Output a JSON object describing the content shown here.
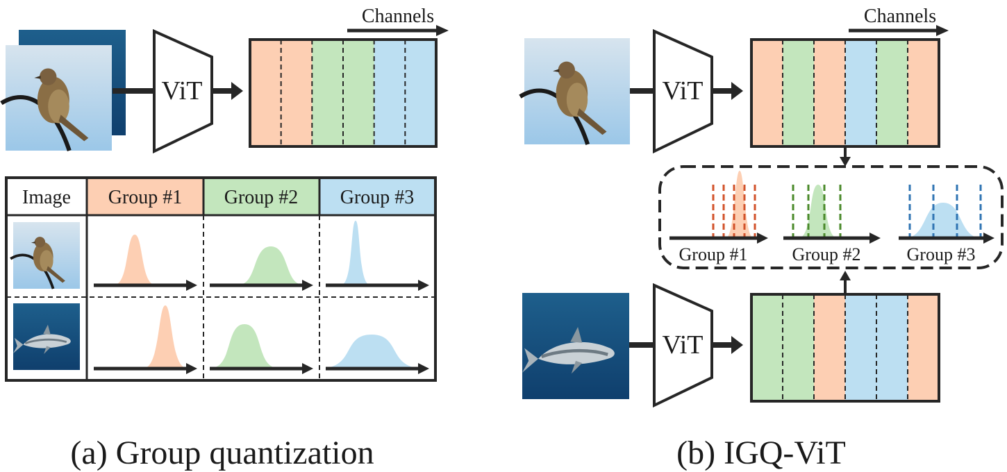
{
  "colors": {
    "orange": "#fdcfb3",
    "green": "#c3e6bd",
    "blue": "#bcdff2",
    "orange_line": "#d2522a",
    "green_line": "#4a8a2a",
    "blue_line": "#2f74b3",
    "ink": "#262626",
    "sky_top": "#d7e4ee",
    "sky_bottom": "#9bc7e8",
    "sea_top": "#1e5f8c",
    "sea_bottom": "#0f3f6d"
  },
  "panel_a": {
    "channels_label": "Channels",
    "vit_label": "ViT",
    "feature_groups": [
      "orange",
      "orange",
      "green",
      "green",
      "blue",
      "blue"
    ],
    "table": {
      "headers": [
        "Image",
        "Group #1",
        "Group #2",
        "Group #3"
      ],
      "rows": [
        {
          "image": "bird-image",
          "curves": [
            {
              "peak": 0.35,
              "width": "narrow"
            },
            {
              "peak": 0.5,
              "width": "medium"
            },
            {
              "peak": 0.3,
              "width": "narrow"
            }
          ]
        },
        {
          "image": "shark-image",
          "curves": [
            {
              "peak": 0.7,
              "width": "narrow"
            },
            {
              "peak": 0.35,
              "width": "medium"
            },
            {
              "peak": 0.5,
              "width": "wide"
            }
          ]
        }
      ]
    },
    "caption": "(a) Group quantization"
  },
  "panel_b": {
    "channels_label": "Channels",
    "vit_label": "ViT",
    "top_feature_groups": [
      "orange",
      "green",
      "orange",
      "blue",
      "green",
      "orange"
    ],
    "bottom_feature_groups": [
      "green",
      "green",
      "orange",
      "blue",
      "blue",
      "orange"
    ],
    "distribution_labels": [
      "Group #1",
      "Group #2",
      "Group #3"
    ],
    "caption": "(b) IGQ-ViT"
  }
}
